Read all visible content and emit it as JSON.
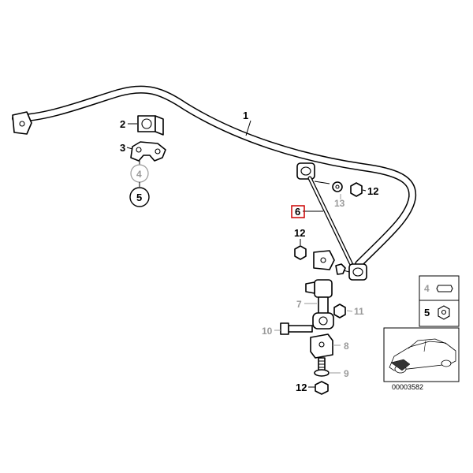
{
  "callouts": {
    "c1": "1",
    "c2": "2",
    "c3": "3",
    "c4": "4",
    "c5": "5",
    "c6": "6",
    "c7": "7",
    "c8": "8",
    "c9": "9",
    "c10": "10",
    "c11": "11",
    "c12a": "12",
    "c12b": "12",
    "c12c": "12",
    "c13": "13"
  },
  "legend": {
    "item4": "4",
    "item5": "5"
  },
  "diagram_number": "00003582",
  "colors": {
    "line": "#000000",
    "grey_label": "#9a9a9a",
    "highlight_box": "#cc0000"
  }
}
